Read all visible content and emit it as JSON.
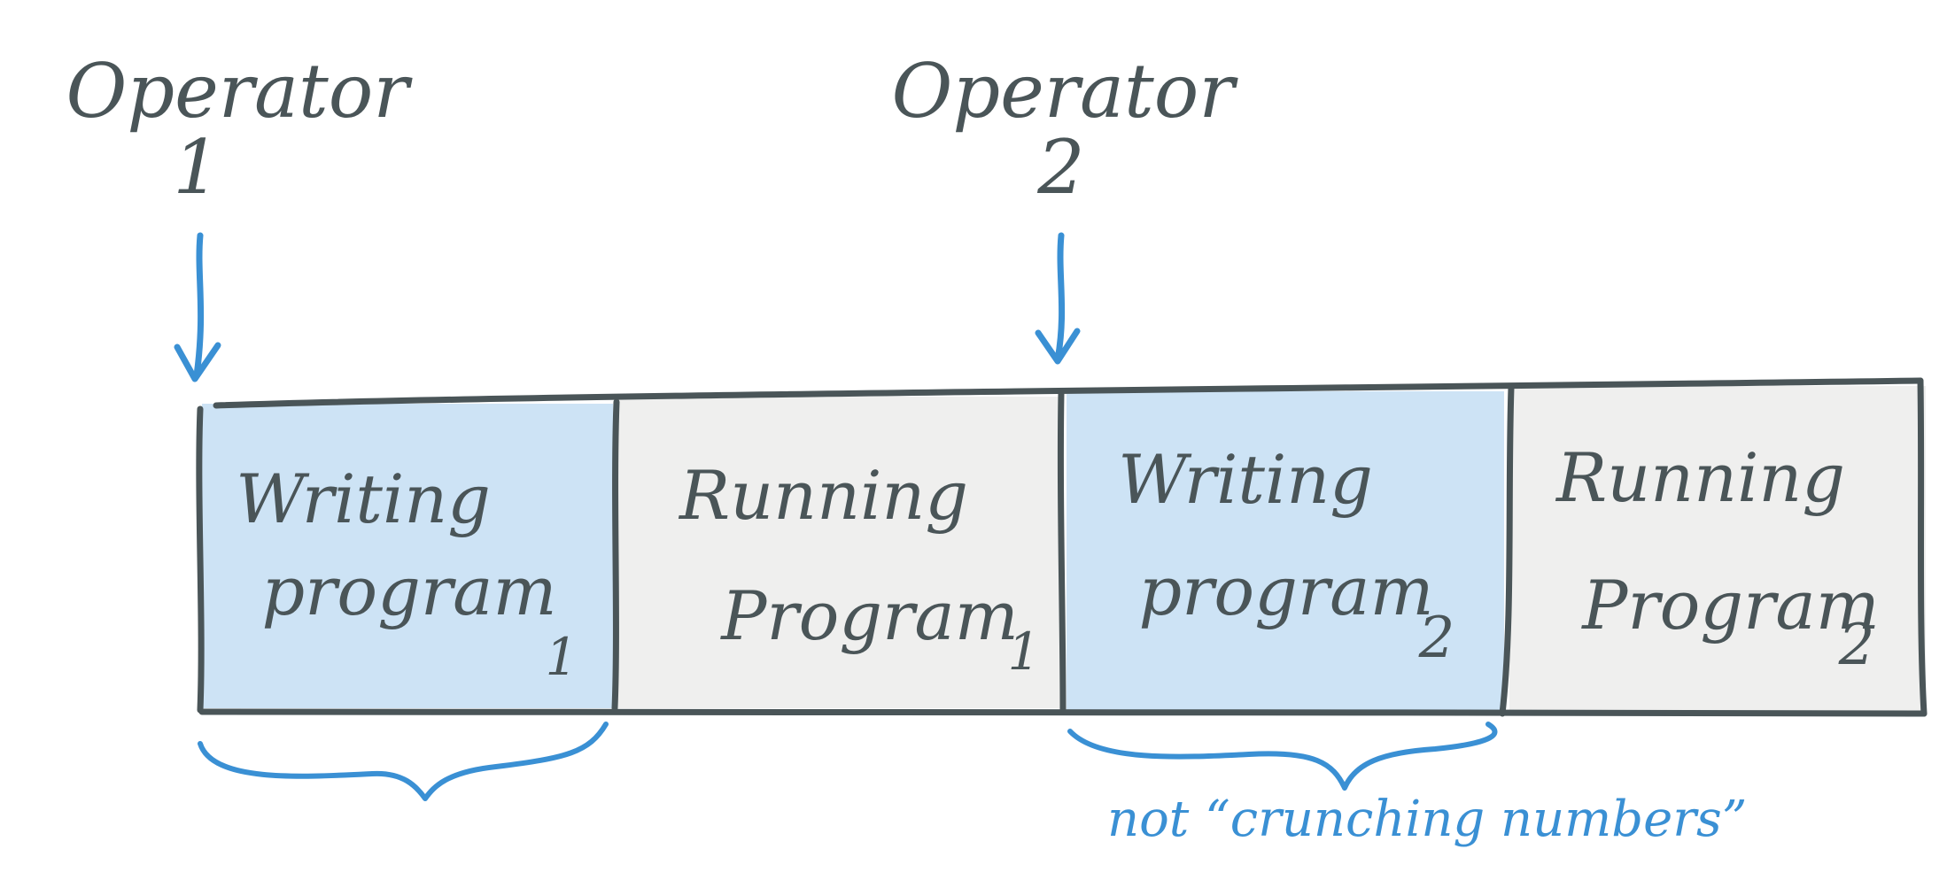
{
  "operators": [
    {
      "line1": "Operator",
      "line2": "1"
    },
    {
      "line1": "Operator",
      "line2": "2"
    }
  ],
  "segments": [
    {
      "line1": "Writing",
      "line2": "program",
      "subscript": "1",
      "fill": "#cde3f5"
    },
    {
      "line1": "Running",
      "line2": "Program",
      "subscript": "1",
      "fill": "#efefee"
    },
    {
      "line1": "Writing",
      "line2": "program",
      "subscript": "2",
      "fill": "#cde3f5"
    },
    {
      "line1": "Running",
      "line2": "Program",
      "subscript": "2",
      "fill": "#efefee"
    }
  ],
  "annotation": "not “crunching numbers”",
  "colors": {
    "ink": "#4a5558",
    "accent": "#3a90d4",
    "writing_fill": "#cde3f5",
    "running_fill": "#efefee"
  }
}
